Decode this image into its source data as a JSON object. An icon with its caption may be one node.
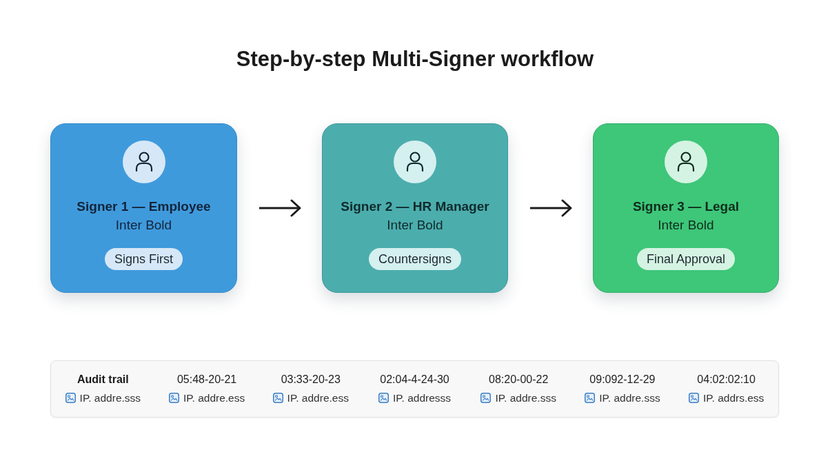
{
  "diagram": {
    "title": "Step-by-step Multi-Signer workflow",
    "nodes": [
      {
        "text": [
          "Signer 1 — Employee",
          "Inter Bold",
          "Signs First"
        ]
      },
      {
        "text": [
          "Signer 2 — HR Manager",
          "Inter Bold",
          "Countersigns"
        ]
      },
      {
        "text": [
          "Signer 3 — Legal",
          "Inter Bold",
          "Final Approval"
        ]
      },
      {
        "text": [
          "Audit trail",
          "05:48-20-21",
          "03:33-20-23",
          "02:04-4-24-30",
          "08:20-00-22",
          "09:092-12-29",
          "04:02:02:10",
          "IP. addre.sss",
          "IP. addre.ess",
          "IP. addre.ess",
          "IP. addresss",
          "IP. addre.sss",
          "IP. addre.sss",
          "IP. addrs.ess"
        ]
      }
    ],
    "edges": [
      {
        "from": 0,
        "to": 1,
        "arrow": "to"
      },
      {
        "from": 1,
        "to": 2,
        "arrow": "to"
      }
    ]
  }
}
